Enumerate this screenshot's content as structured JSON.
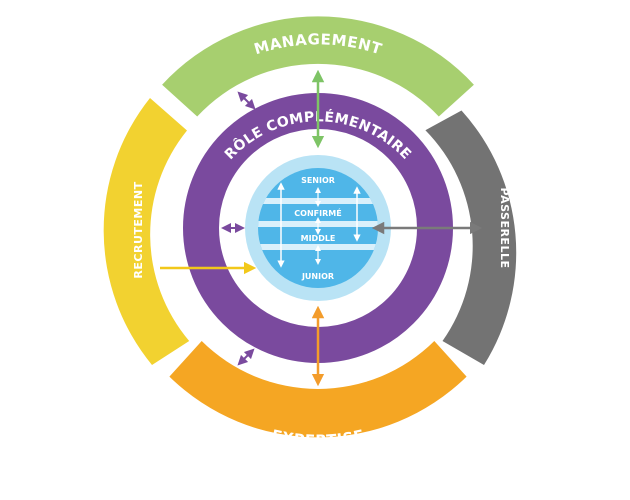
{
  "diagram": {
    "segments": {
      "top": "MANAGEMENT",
      "bottom": "EXPERTISE",
      "left": "RECRUTEMENT",
      "right": "PASSERELLE"
    },
    "ring_label": "RÔLE COMPLÉMENTAIRE",
    "levels": [
      "SENIOR",
      "CONFIRMÉ",
      "MIDDLE",
      "JUNIOR"
    ],
    "colors": {
      "management": "#a7cf6f",
      "expertise": "#f5a623",
      "recrutement": "#f2d230",
      "passerelle": "#737373",
      "role_ring": "#7a4a9e",
      "core_outer": "#b9e3f5",
      "core_inner": "#4fb6e8",
      "bands": "#d9f0fb",
      "arrow_green": "#7ec466",
      "arrow_orange": "#f39c2b",
      "arrow_yellow": "#f2c81a",
      "arrow_grey": "#7a7a7a",
      "arrow_purple": "#7a4a9e"
    }
  }
}
